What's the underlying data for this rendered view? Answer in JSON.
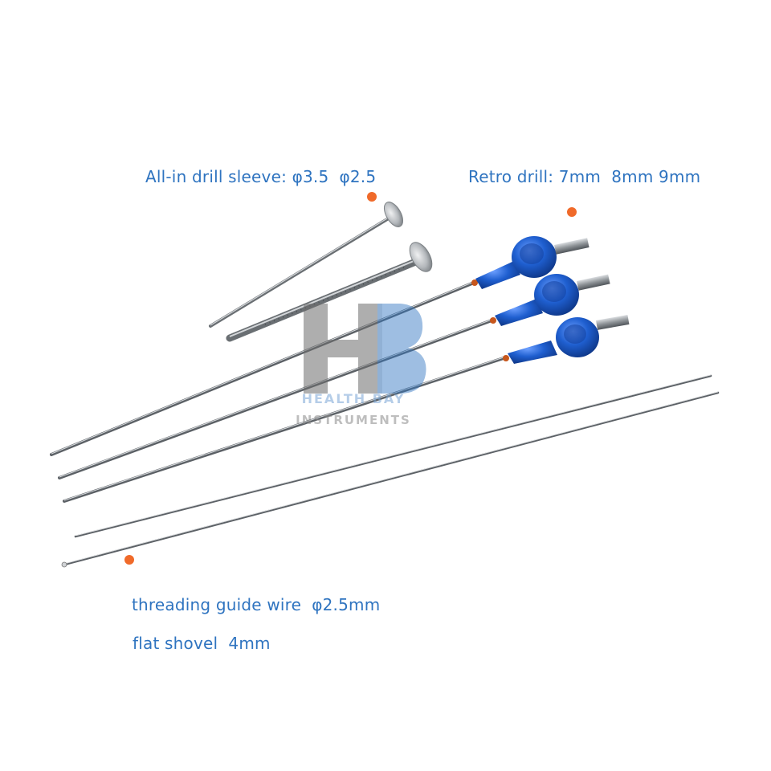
{
  "labels": {
    "drill_sleeve": "All-in drill sleeve: φ3.5  φ2.5",
    "retro_drill": "Retro drill: 7mm  8mm 9mm",
    "guide_wire": "threading guide wire  φ2.5mm",
    "flat_shovel": "flat shovel  4mm"
  },
  "watermark": {
    "monogram": "HB",
    "line1": "HEALTH BAY",
    "line2": "INSTRUMENTS"
  },
  "colors": {
    "label_text": "#2f74c0",
    "marker_dot": "#f06a2a",
    "handle_blue": "#1f5fd0",
    "steel": "#9aa0a6"
  }
}
